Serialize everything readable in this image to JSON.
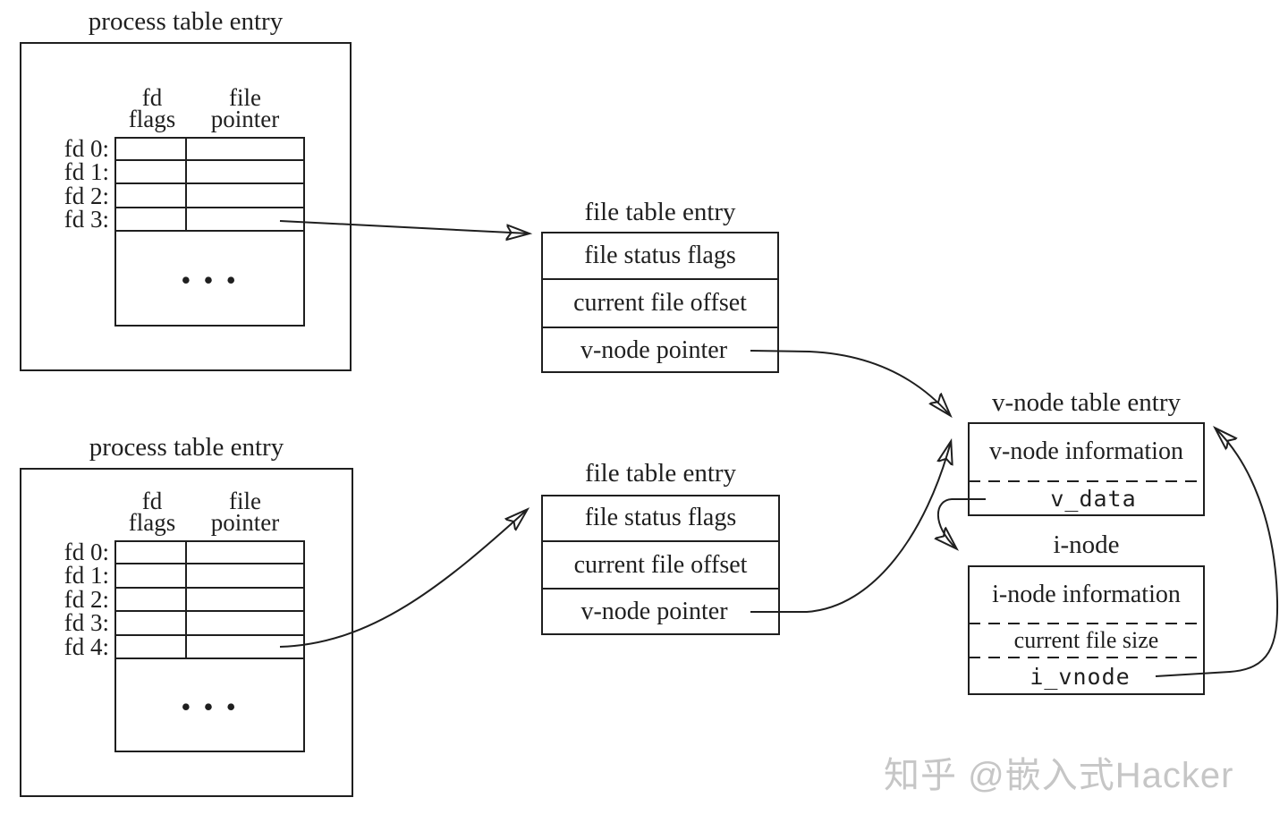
{
  "colors": {
    "ink": "#1f1f1f",
    "background": "#ffffff",
    "watermark": "#c6c6c6"
  },
  "process_table_top": {
    "title": "process table entry",
    "header_fd": [
      "fd",
      "flags"
    ],
    "header_pointer": [
      "file",
      "pointer"
    ],
    "rows": [
      "fd 0:",
      "fd 1:",
      "fd 2:",
      "fd 3:"
    ],
    "ellipsis": "• • •"
  },
  "process_table_bottom": {
    "title": "process table entry",
    "header_fd": [
      "fd",
      "flags"
    ],
    "header_pointer": [
      "file",
      "pointer"
    ],
    "rows": [
      "fd 0:",
      "fd 1:",
      "fd 2:",
      "fd 3:",
      "fd 4:"
    ],
    "ellipsis": "• • •"
  },
  "file_table_top": {
    "title": "file table entry",
    "rows": [
      "file status flags",
      "current file offset",
      "v-node pointer"
    ]
  },
  "file_table_bottom": {
    "title": "file table entry",
    "rows": [
      "file status flags",
      "current file offset",
      "v-node pointer"
    ]
  },
  "vnode_table": {
    "title": "v-node table entry",
    "info_row": "v-node information",
    "data_row": "v_data"
  },
  "inode": {
    "title": "i-node",
    "info_row": "i-node information",
    "size_row": "current file size",
    "vnode_row": "i_vnode"
  },
  "watermark": "知乎 @嵌入式Hacker"
}
